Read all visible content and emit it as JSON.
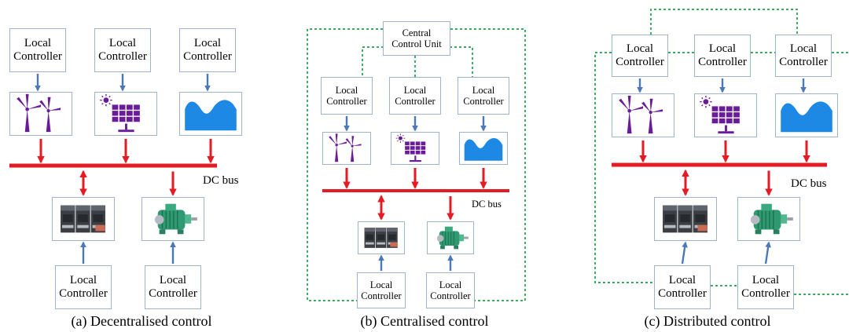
{
  "labels": {
    "local_l1": "Local",
    "local_l2": "Controller",
    "central_l1": "Central",
    "central_l2": "Control Unit",
    "dc_bus": "DC bus"
  },
  "panels": [
    {
      "id": "a",
      "caption": "(a) Decentralised control"
    },
    {
      "id": "b",
      "caption": "(b) Centralised control"
    },
    {
      "id": "c",
      "caption": "(c) Distributed control"
    }
  ],
  "icons": {
    "sources": [
      "wind-turbine-icon",
      "solar-panel-icon",
      "wave-icon"
    ],
    "loads": [
      "battery-bank-icon",
      "electric-motor-icon"
    ]
  },
  "colors": {
    "control_arrow": "#4a78b8",
    "power": "#e31b23",
    "comm_link": "#1f9e4a",
    "source_icon": "#6a1b9a",
    "wave_icon": "#1e88e5",
    "box_border": "#9fb3cf"
  }
}
